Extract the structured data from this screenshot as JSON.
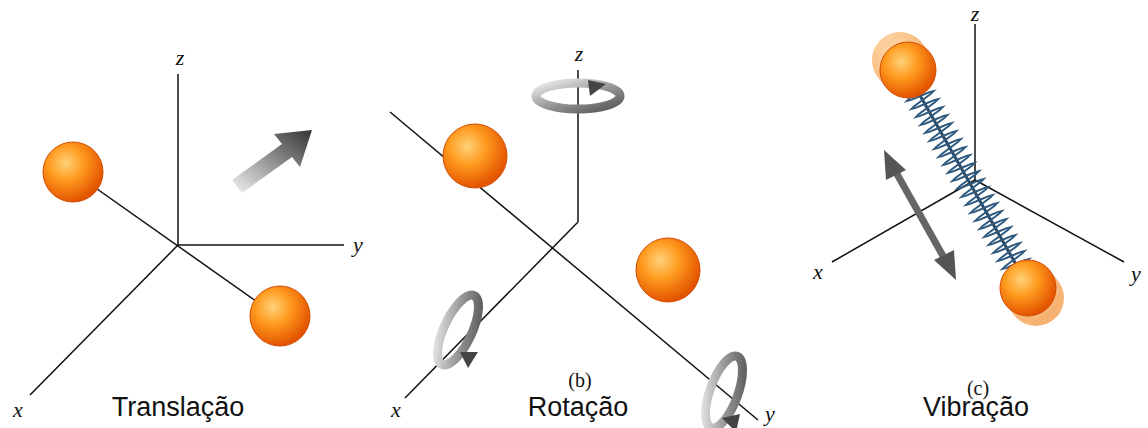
{
  "diagram": {
    "labels": [
      "z",
      "x",
      "y",
      "Translação",
      "z",
      "x",
      "y",
      "(b)",
      "Rotação",
      "z",
      "x",
      "y",
      "(c)",
      "Vibração"
    ]
  }
}
